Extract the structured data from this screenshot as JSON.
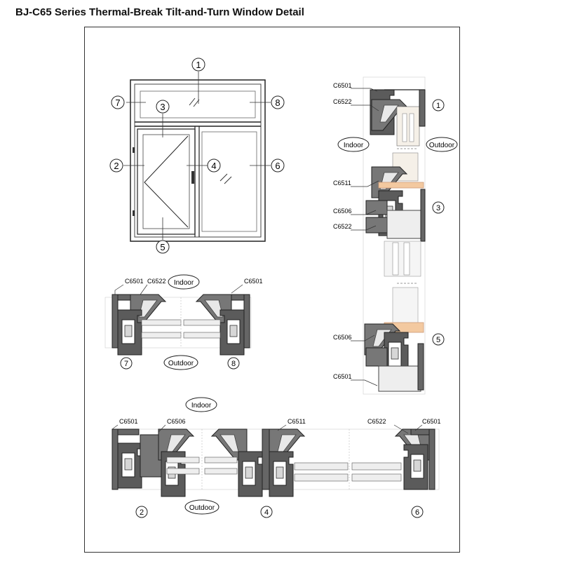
{
  "title": "BJ-C65 Series Thermal-Break Tilt-and-Turn Window Detail",
  "markers": [
    "1",
    "2",
    "3",
    "4",
    "5",
    "6",
    "7",
    "8"
  ],
  "labels": {
    "indoor": "Indoor",
    "outdoor": "Outdoor"
  },
  "profile_codes": {
    "c6501": "C6501",
    "c6522": "C6522",
    "c6511": "C6511",
    "c6506": "C6506"
  },
  "sections": {
    "top_middle_bottom": [
      "1",
      "3",
      "5"
    ],
    "left_right": [
      "7",
      "8"
    ],
    "bottom_row": [
      "2",
      "4",
      "6"
    ]
  }
}
